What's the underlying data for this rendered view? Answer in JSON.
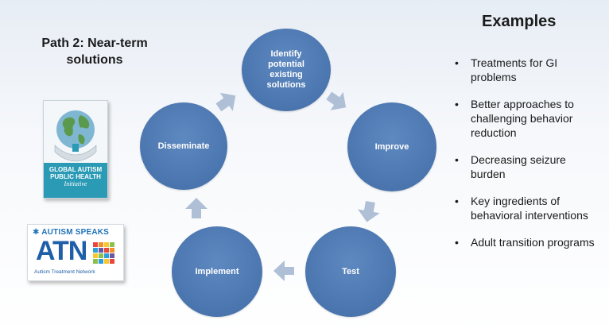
{
  "slide": {
    "path_title_line1": "Path 2: Near-term",
    "path_title_line2": "solutions"
  },
  "logos": {
    "gaph": {
      "line1": "GLOBAL AUTISM",
      "line2": "PUBLIC HEALTH",
      "line3": "Initiative"
    },
    "atn": {
      "brand": "AUTISM SPEAKS",
      "acronym": "ATN",
      "subtitle": "Autism Treatment Network"
    }
  },
  "cycle": {
    "steps": [
      {
        "id": "identify",
        "label": "Identify potential existing solutions"
      },
      {
        "id": "improve",
        "label": "Improve"
      },
      {
        "id": "test",
        "label": "Test"
      },
      {
        "id": "implement",
        "label": "Implement"
      },
      {
        "id": "disseminate",
        "label": "Disseminate"
      }
    ]
  },
  "examples": {
    "title": "Examples",
    "items": [
      "Treatments for GI problems",
      "Better approaches to challenging behavior reduction",
      "Decreasing seizure burden",
      "Key ingredients of behavioral interventions",
      "Adult transition programs"
    ]
  },
  "colors": {
    "circle": "#4a75ae",
    "arrow": "#aebfd6",
    "gaph_band": "#2a9ab5",
    "atn_blue": "#1e5fa8"
  }
}
